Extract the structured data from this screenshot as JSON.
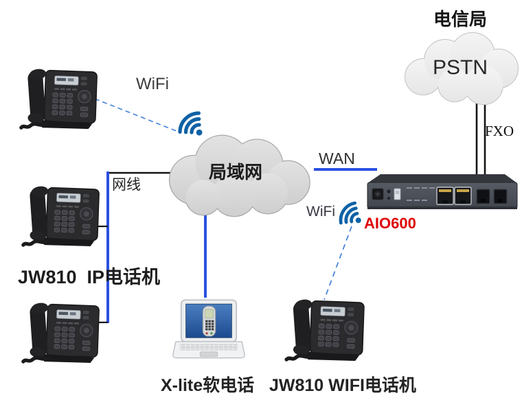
{
  "diagram_title": "AIO600 VoIP gateway network topology",
  "labels": {
    "wifi_top": "WiFi",
    "network_cable": "网线",
    "lan_cloud": "局域网",
    "wan": "WAN",
    "telecom_office": "电信局",
    "pstn": "PSTN",
    "fxo": "FXO",
    "wifi_router": "WiFi",
    "gateway_model": "AIO600",
    "ip_phone_group": "JW810  IP电话机",
    "softphone": "X-lite软电话",
    "wifi_phone": "JW810 WIFI电话机"
  },
  "colors": {
    "solid_link_blue": "#2b50e0",
    "dashed_link_blue": "#4a86dd",
    "cable_black": "#141414",
    "wifi_icon_blue": "#0f62a6",
    "model_red": "#de0505",
    "lan_cloud_fill": "#d8d8d8",
    "pstn_cloud_fill": "#efefef"
  },
  "icon_legend": {
    "wifi_icon": "wifi signal arcs",
    "desk_phone": "JW810 desk IP phone",
    "laptop": "laptop running X-lite softphone",
    "gateway": "AIO600 gateway rear panel",
    "cloud": "network cloud"
  }
}
